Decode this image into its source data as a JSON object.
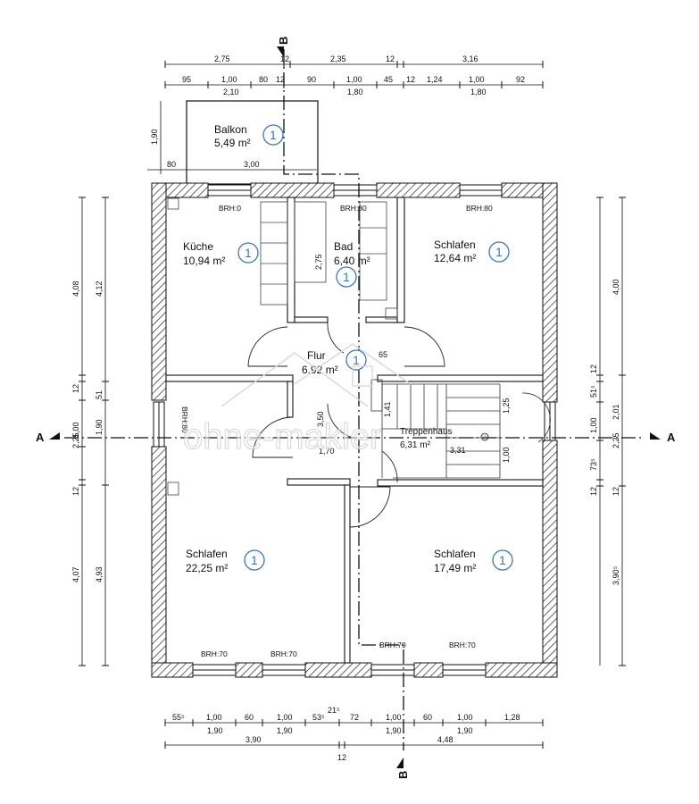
{
  "dimensions": {
    "top_row1": [
      "2,75",
      "12",
      "2,35",
      "12",
      "3,16"
    ],
    "top_row2": [
      "95",
      "1,00",
      "80",
      "12",
      "90",
      "1,00",
      "45",
      "12",
      "1,24",
      "1,00",
      "92"
    ],
    "top_row2_sub": [
      "2,10",
      "1,80",
      "1,80"
    ],
    "balcony_side": "1,90",
    "balcony_bottom": [
      "80",
      "3,00"
    ],
    "left_outer": [
      "4,08",
      "12",
      "1,00",
      "2,25",
      "12",
      "4,07"
    ],
    "left_inner": [
      "4,12",
      "51",
      "1,90",
      "4,93"
    ],
    "right_inner": [
      "12",
      "51⁵",
      "1,00",
      "73⁵",
      "12"
    ],
    "right_outer": [
      "4,00",
      "2,01",
      "2,25",
      "12",
      "3,90⁵"
    ],
    "bottom_row1": [
      "55⁵",
      "1,00",
      "60",
      "1,00",
      "53⁵",
      "21⁵",
      "72",
      "1,00",
      "60",
      "1,00",
      "1,28"
    ],
    "bottom_row1_sub": [
      "1,90",
      "1,90",
      "1,90",
      "1,90"
    ],
    "bottom_row2": [
      "3,90",
      "4,48"
    ],
    "bottom_row2_mid": "12",
    "interior": [
      "2,75",
      "65",
      "1,41",
      "1,25",
      "1,00",
      "1,70",
      "3,31",
      "3,50"
    ]
  },
  "rooms": [
    {
      "name": "Balkon",
      "area": "5,49 m²",
      "badge": "1"
    },
    {
      "name": "Küche",
      "area": "10,94 m²",
      "badge": "1"
    },
    {
      "name": "Bad",
      "area": "6,40 m²",
      "badge": "1"
    },
    {
      "name": "Schlafen",
      "area": "12,64 m²",
      "badge": "1"
    },
    {
      "name": "Flur",
      "area": "6,92 m²",
      "badge": "1"
    },
    {
      "name": "Treppenhaus",
      "area": "6,31 m²",
      "badge": ""
    },
    {
      "name": "Schlafen",
      "area": "22,25 m²",
      "badge": "1"
    },
    {
      "name": "Schlafen",
      "area": "17,49 m²",
      "badge": "1"
    }
  ],
  "brh_labels": [
    "BRH:0",
    "BRH:80",
    "BRH:80",
    "BRH:80",
    "BRH:70",
    "BRH:70",
    "BRH:70",
    "BRH:70"
  ],
  "section_marks": {
    "a": "A",
    "b": "B"
  },
  "watermark": "ohne-makler"
}
